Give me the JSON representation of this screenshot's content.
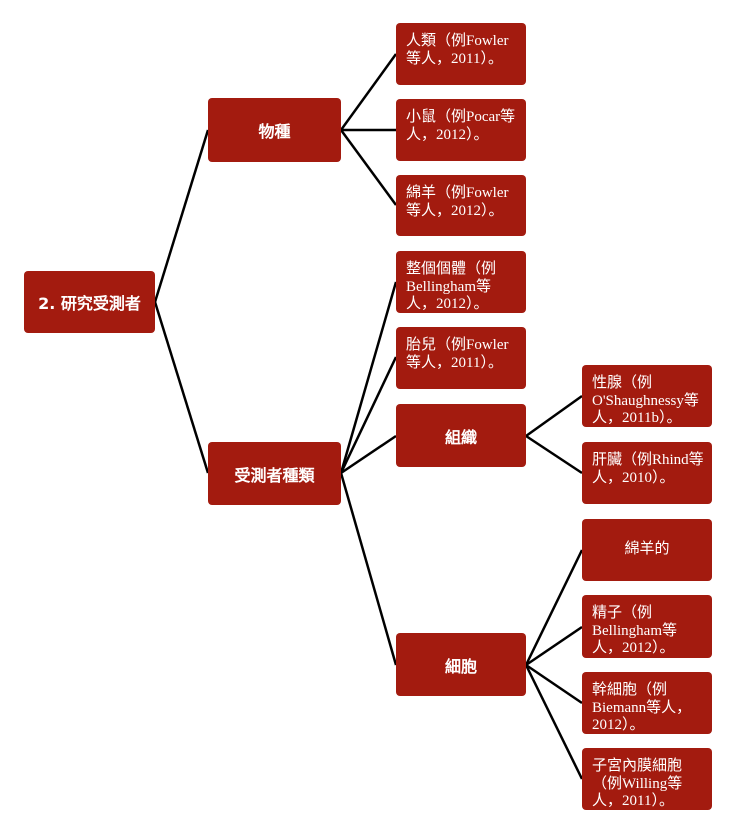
{
  "root": {
    "label": "2. 研究受測者"
  },
  "branches": {
    "species": {
      "label": "物種",
      "leaves": [
        "人類（例Fowler等人，2011）。",
        "小鼠（例Pocar等人，2012）。",
        "綿羊（例Fowler等人，2012）。"
      ]
    },
    "subject_types": {
      "label": "受測者種類",
      "leaves": [
        "整個個體（例Bellingham等人，2012）。",
        "胎兒（例Fowler等人，2011）。"
      ],
      "tissue": {
        "label": "組織",
        "leaves": [
          "性腺（例O'Shaughnessy等人，2011b）。",
          "肝臟（例Rhind等人，2010）。"
        ]
      },
      "cells": {
        "label": "細胞",
        "leaves": [
          "綿羊的",
          "精子（例Bellingham等人，2012）。",
          "幹細胞（例Biemann等人，2012）。",
          "子宮內膜細胞（例Willing等人，2011）。"
        ]
      }
    }
  }
}
